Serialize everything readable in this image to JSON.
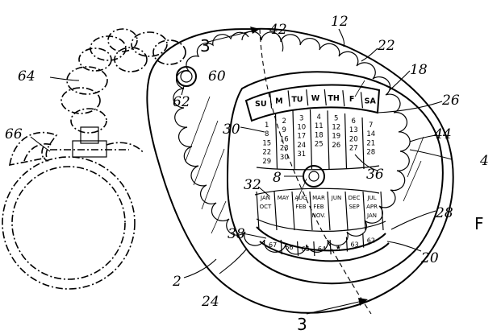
{
  "section": {
    "top": "3",
    "bottom": "3"
  },
  "figure_label": "F",
  "reference_numerals": {
    "n2": "2",
    "n4": "4",
    "n8": "8",
    "n12": "12",
    "n18": "18",
    "n20": "20",
    "n22": "22",
    "n24": "24",
    "n26": "26",
    "n28": "28",
    "n30": "30",
    "n32": "32",
    "n36": "36",
    "n38": "38",
    "n42": "42",
    "n44": "44",
    "n60": "60",
    "n62": "62",
    "n64": "64",
    "n66": "66"
  },
  "weekdays": [
    "SU",
    "M",
    "TU",
    "W",
    "TH",
    "F",
    "SA"
  ],
  "calendar_columns": [
    [
      "1",
      "8",
      "15",
      "22",
      "29"
    ],
    [
      "2",
      "9",
      "16",
      "23",
      "30"
    ],
    [
      "3",
      "10",
      "17",
      "24",
      "31"
    ],
    [
      "4",
      "11",
      "18",
      "25"
    ],
    [
      "5",
      "12",
      "19",
      "26"
    ],
    [
      "6",
      "13",
      "20",
      "27"
    ],
    [
      "7",
      "14",
      "21",
      "28"
    ]
  ],
  "month_columns": [
    [
      "JAN",
      "OCT"
    ],
    [
      "MAY"
    ],
    [
      "AUG",
      "FEB"
    ],
    [
      "MAR",
      "FEB",
      "NOV."
    ],
    [
      "JUN"
    ],
    [
      "DEC",
      "SEP"
    ],
    [
      "JUL",
      "APR",
      "JAN"
    ]
  ],
  "year_ring": [
    "67",
    "66",
    "65",
    "64",
    "★",
    "63",
    "62"
  ]
}
